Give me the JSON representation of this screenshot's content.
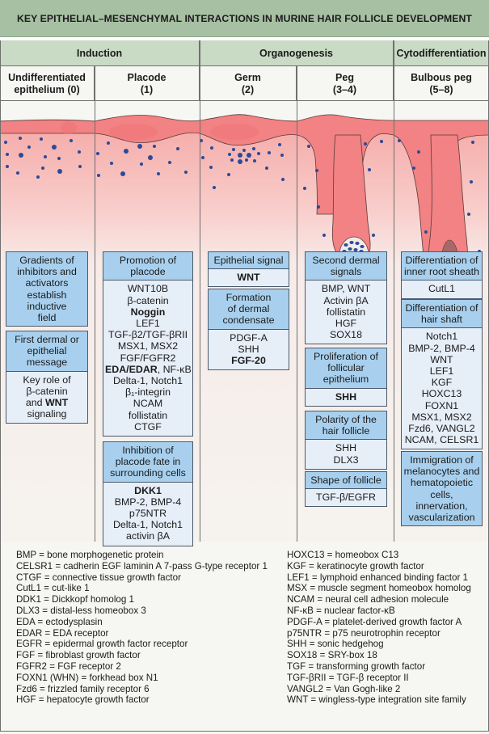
{
  "title": "KEY EPITHELIAL–MESENCHYMAL INTERACTIONS IN MURINE HAIR FOLLICLE DEVELOPMENT",
  "phases": [
    {
      "label": "Induction"
    },
    {
      "label": "Organogenesis"
    },
    {
      "label": "Cytodifferentiation"
    }
  ],
  "stages": [
    {
      "label": "Undifferentiated\nepithelium (0)"
    },
    {
      "label": "Placode\n(1)"
    },
    {
      "label": "Germ\n(2)"
    },
    {
      "label": "Peg\n(3–4)"
    },
    {
      "label": "Bulbous peg\n(5–8)"
    }
  ],
  "columns": [
    {
      "boxes": [
        {
          "header": "Gradients of\ninhibitors and\nactivators\nestablish\ninductive\nfield",
          "items": []
        },
        {
          "header": "First dermal or\nepithelial\nmessage",
          "items": [
            "Key role of",
            "β-catenin",
            "and |WNT|",
            "signaling"
          ]
        }
      ]
    },
    {
      "boxes": [
        {
          "header": "Promotion of\nplacode",
          "items": [
            "WNT10B",
            "β-catenin",
            "|Noggin|",
            "LEF1",
            "TGF-β2/TGF-βRII",
            "MSX1, MSX2",
            "FGF/FGFR2",
            "|EDA/EDAR|, NF-κB",
            "Delta-1, Notch1",
            "β₁-integrin",
            "NCAM",
            "follistatin",
            "CTGF"
          ]
        },
        {
          "header": "Inhibition of\nplacode fate in\nsurrounding cells",
          "items": [
            "|DKK1|",
            "BMP-2, BMP-4",
            "p75NTR",
            "Delta-1, Notch1",
            "activin βA"
          ]
        }
      ]
    },
    {
      "boxes": [
        {
          "header": "Epithelial signal",
          "items": [
            "|WNT|"
          ]
        },
        {
          "header": "Formation\nof dermal\ncondensate",
          "items": [
            "PDGF-A",
            "SHH",
            "|FGF-20|"
          ]
        }
      ]
    },
    {
      "boxes": [
        {
          "header": "Second dermal\nsignals",
          "items": [
            "BMP, WNT",
            "Activin βA",
            "follistatin",
            "HGF",
            "SOX18"
          ]
        },
        {
          "header": "Proliferation of\nfollicular\nepithelium",
          "items": [
            "|SHH|"
          ]
        },
        {
          "header": "Polarity of the\nhair follicle",
          "items": [
            "SHH",
            "DLX3"
          ]
        },
        {
          "header": "Shape of follicle",
          "items": [
            "TGF-β/EGFR"
          ]
        }
      ]
    },
    {
      "boxes": [
        {
          "header": "Differentiation of\ninner root sheath",
          "items": [
            "CutL1"
          ]
        },
        {
          "header": "Differentiation of\nhair shaft",
          "items": [
            "Notch1",
            "BMP-2, BMP-4",
            "WNT",
            "LEF1",
            "KGF",
            "HOXC13",
            "FOXN1",
            "MSX1, MSX2",
            "Fzd6, VANGL2",
            "NCAM, CELSR1"
          ]
        },
        {
          "header": "Immigration of\nmelanocytes and\nhematopoietic\ncells, innervation,\nvascularization",
          "items": []
        }
      ]
    }
  ],
  "abbreviations_left": [
    "BMP = bone morphogenetic protein",
    "CELSR1 = cadherin EGF laminin A 7-pass G-type receptor 1",
    "CTGF = connective tissue growth factor",
    "CutL1 = cut-like 1",
    "DDK1 = Dickkopf homolog 1",
    "DLX3 = distal-less homeobox 3",
    "EDA = ectodysplasin",
    "EDAR = EDA receptor",
    "EGFR = epidermal growth factor receptor",
    "FGF = fibroblast growth factor",
    "FGFR2 = FGF receptor 2",
    "FOXN1 (WHN) = forkhead box N1",
    "Fzd6 = frizzled family receptor 6",
    "HGF = hepatocyte growth factor"
  ],
  "abbreviations_right": [
    "HOXC13 = homeobox C13",
    "KGF = keratinocyte growth factor",
    "LEF1 = lymphoid enhanced binding factor 1",
    "MSX = muscle segment homeobox homolog",
    "NCAM = neural cell adhesion molecule",
    "NF-κB = nuclear factor-κB",
    "PDGF-A = platelet-derived growth factor A",
    "p75NTR = p75 neurotrophin receptor",
    "SHH = sonic hedgehog",
    "SOX18 = SRY-box 18",
    "TGF = transforming growth factor",
    "TGF-βRII = TGF-β receptor II",
    "VANGL2 = Van Gogh-like 2",
    "WNT = wingless-type integration site family"
  ],
  "colors": {
    "title_bg": "#a7c0a3",
    "phase_bg": "#c9dac5",
    "box_header": "#a8d0ee",
    "box_body": "#e6eef8",
    "epidermis": "#f08080",
    "dermis": "#f7b5b3",
    "nuclei": "#2b4a9a"
  }
}
